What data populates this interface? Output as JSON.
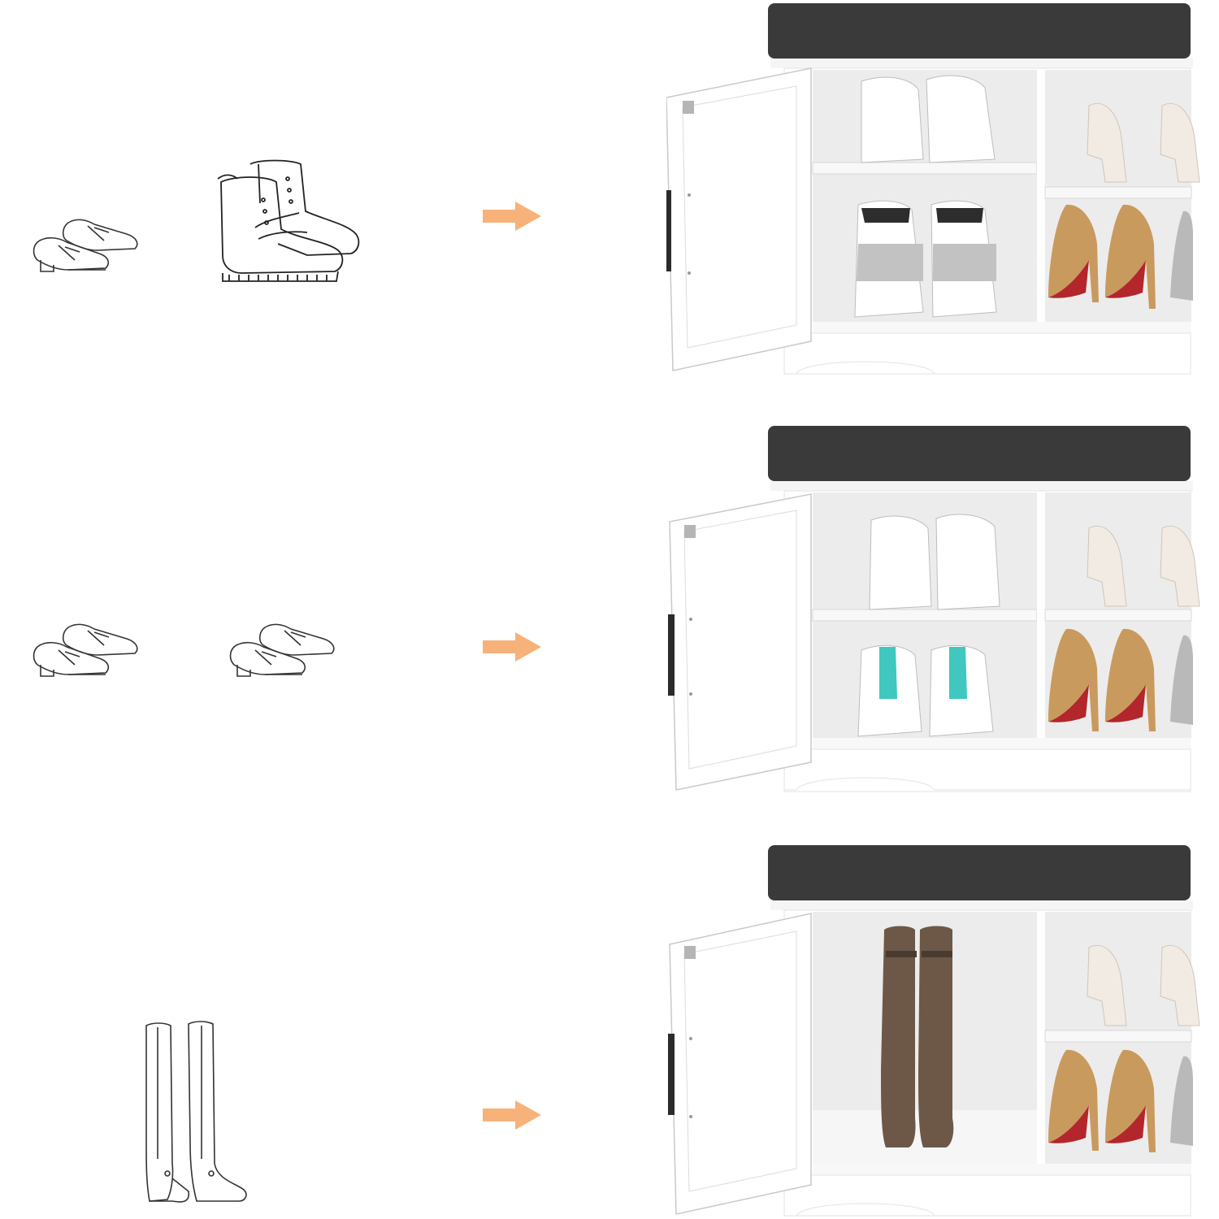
{
  "rows": [
    {
      "icons": [
        "loafer-pair-icon",
        "boots-lace-up-icon"
      ],
      "left_compartment": {
        "layout": "two-shelves",
        "top": "white-sneakers",
        "bottom": "grey-high-top-sneakers"
      },
      "right_compartment": {
        "top": "cream-heels",
        "bottom": "glitter-heels"
      }
    },
    {
      "icons": [
        "loafer-pair-icon",
        "loafer-pair-icon"
      ],
      "left_compartment": {
        "layout": "two-shelves",
        "top": "white-sneakers",
        "bottom": "white-teal-sneakers"
      },
      "right_compartment": {
        "top": "cream-heels",
        "bottom": "glitter-heels"
      }
    },
    {
      "icons": [
        "knee-high-boots-icon"
      ],
      "left_compartment": {
        "layout": "one-tall",
        "top": "brown-knee-high-boots"
      },
      "right_compartment": {
        "top": "cream-heels",
        "bottom": "glitter-heels"
      }
    }
  ],
  "colors": {
    "arrow": "#f7b27a",
    "cushion": "#3a3a3a",
    "cabinet": "#ffffff",
    "interior": "#ececec",
    "shelf_edge": "#d8d8d8",
    "heel_gold": "#c99a5e",
    "heel_sole": "#b3262b",
    "boot_brown": "#6d5848"
  }
}
